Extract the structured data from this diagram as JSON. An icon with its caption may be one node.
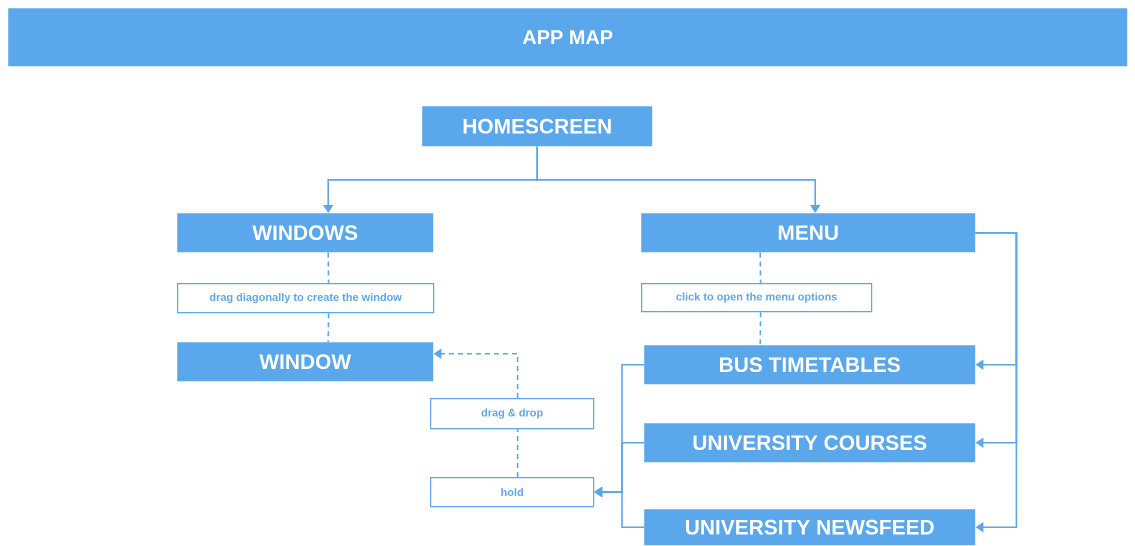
{
  "diagram": {
    "title": "APP MAP",
    "nodes": [
      {
        "text": [
          "HOMESCREEN"
        ]
      },
      {
        "text": [
          "WINDOWS"
        ]
      },
      {
        "text": [
          "MENU"
        ]
      },
      {
        "text": [
          "drag diagonally to create the window"
        ]
      },
      {
        "text": [
          "click to open the menu options"
        ]
      },
      {
        "text": [
          "WINDOW"
        ]
      },
      {
        "text": [
          "BUS TIMETABLES"
        ]
      },
      {
        "text": [
          "drag & drop"
        ]
      },
      {
        "text": [
          "UNIVERSITY COURSES"
        ]
      },
      {
        "text": [
          "hold"
        ]
      },
      {
        "text": [
          "UNIVERSITY NEWSFEED"
        ]
      }
    ],
    "edges": [
      {
        "from": 0,
        "to": 1,
        "arrow": "to"
      },
      {
        "from": 0,
        "to": 2,
        "arrow": "to"
      },
      {
        "from": 1,
        "to": 3,
        "arrow": "none",
        "style": "dashed"
      },
      {
        "from": 3,
        "to": 5,
        "arrow": "none",
        "style": "dashed"
      },
      {
        "from": 2,
        "to": 4,
        "arrow": "none",
        "style": "dashed"
      },
      {
        "from": 4,
        "to": 6,
        "arrow": "none",
        "style": "dashed"
      },
      {
        "from": 2,
        "to": 6,
        "arrow": "to"
      },
      {
        "from": 2,
        "to": 8,
        "arrow": "to"
      },
      {
        "from": 2,
        "to": 10,
        "arrow": "to"
      },
      {
        "from": 6,
        "to": 9,
        "arrow": "to"
      },
      {
        "from": 8,
        "to": 9,
        "arrow": "to"
      },
      {
        "from": 10,
        "to": 9,
        "arrow": "to"
      },
      {
        "from": 9,
        "to": 7,
        "arrow": "none",
        "style": "dashed"
      },
      {
        "from": 7,
        "to": 5,
        "arrow": "to",
        "style": "dashed"
      }
    ]
  }
}
